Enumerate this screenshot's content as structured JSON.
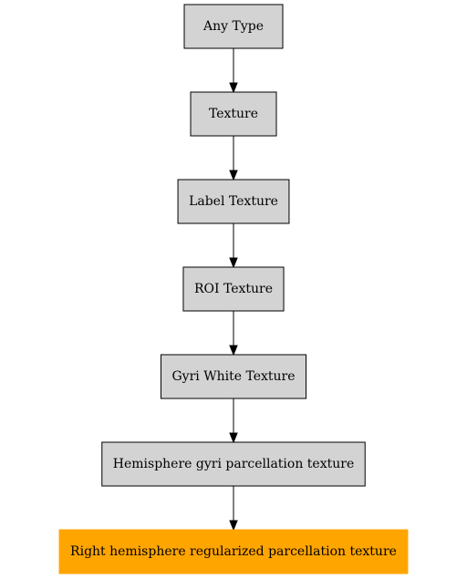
{
  "diagram": {
    "nodes": [
      {
        "id": "any-type",
        "label": "Any Type",
        "highlight": false
      },
      {
        "id": "texture",
        "label": "Texture",
        "highlight": false
      },
      {
        "id": "label-texture",
        "label": "Label Texture",
        "highlight": false
      },
      {
        "id": "roi-texture",
        "label": "ROI Texture",
        "highlight": false
      },
      {
        "id": "gyri-white-texture",
        "label": "Gyri White Texture",
        "highlight": false
      },
      {
        "id": "hemisphere-gyri-parcellation-texture",
        "label": "Hemisphere gyri parcellation texture",
        "highlight": false
      },
      {
        "id": "right-hemisphere-regularized-parcellation-texture",
        "label": "Right hemisphere regularized parcellation texture",
        "highlight": true
      }
    ],
    "edges": [
      {
        "from": "any-type",
        "to": "texture"
      },
      {
        "from": "texture",
        "to": "label-texture"
      },
      {
        "from": "label-texture",
        "to": "roi-texture"
      },
      {
        "from": "roi-texture",
        "to": "gyri-white-texture"
      },
      {
        "from": "gyri-white-texture",
        "to": "hemisphere-gyri-parcellation-texture"
      },
      {
        "from": "hemisphere-gyri-parcellation-texture",
        "to": "right-hemisphere-regularized-parcellation-texture"
      }
    ],
    "colors": {
      "node_fill": "#d3d3d3",
      "highlight_fill": "#ffa500",
      "edge": "#000000",
      "text": "#000000"
    }
  }
}
